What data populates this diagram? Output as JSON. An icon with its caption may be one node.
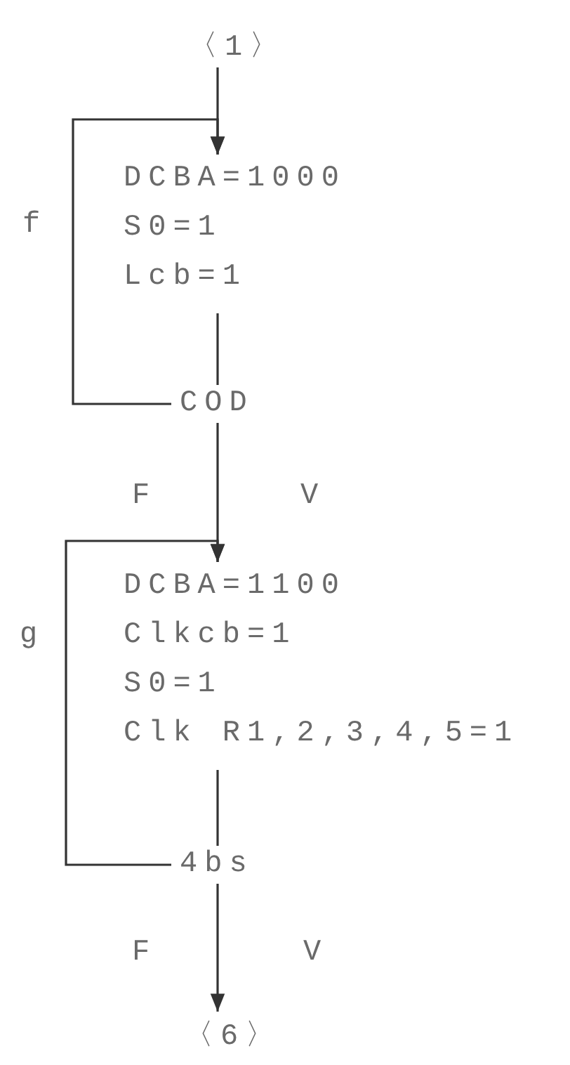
{
  "diagram": {
    "nodes": [
      {
        "text": [
          "〈1〉"
        ]
      },
      {
        "text": [
          "DCBA=1000",
          "S0=1",
          "Lcb=1"
        ]
      },
      {
        "text": [
          "COD"
        ]
      },
      {
        "text": [
          "DCBA=1100",
          "Clkcb=1",
          "S0=1",
          "Clk R1,2,3,4,5=1"
        ]
      },
      {
        "text": [
          "4bs"
        ]
      },
      {
        "text": [
          "〈6〉"
        ]
      }
    ],
    "edges": [
      {
        "from": 0,
        "to": 1,
        "arrow": "to"
      },
      {
        "from": 1,
        "to": 2,
        "arrow": "none"
      },
      {
        "from": 2,
        "to": 1,
        "arrow": "to",
        "label": "f"
      },
      {
        "from": 2,
        "to": 3,
        "arrow": "to"
      },
      {
        "from": 3,
        "to": 4,
        "arrow": "none"
      },
      {
        "from": 4,
        "to": 3,
        "arrow": "to",
        "label": "g"
      },
      {
        "from": 4,
        "to": 5,
        "arrow": "to"
      }
    ],
    "labels": [
      "F",
      "V",
      "F",
      "V"
    ]
  }
}
